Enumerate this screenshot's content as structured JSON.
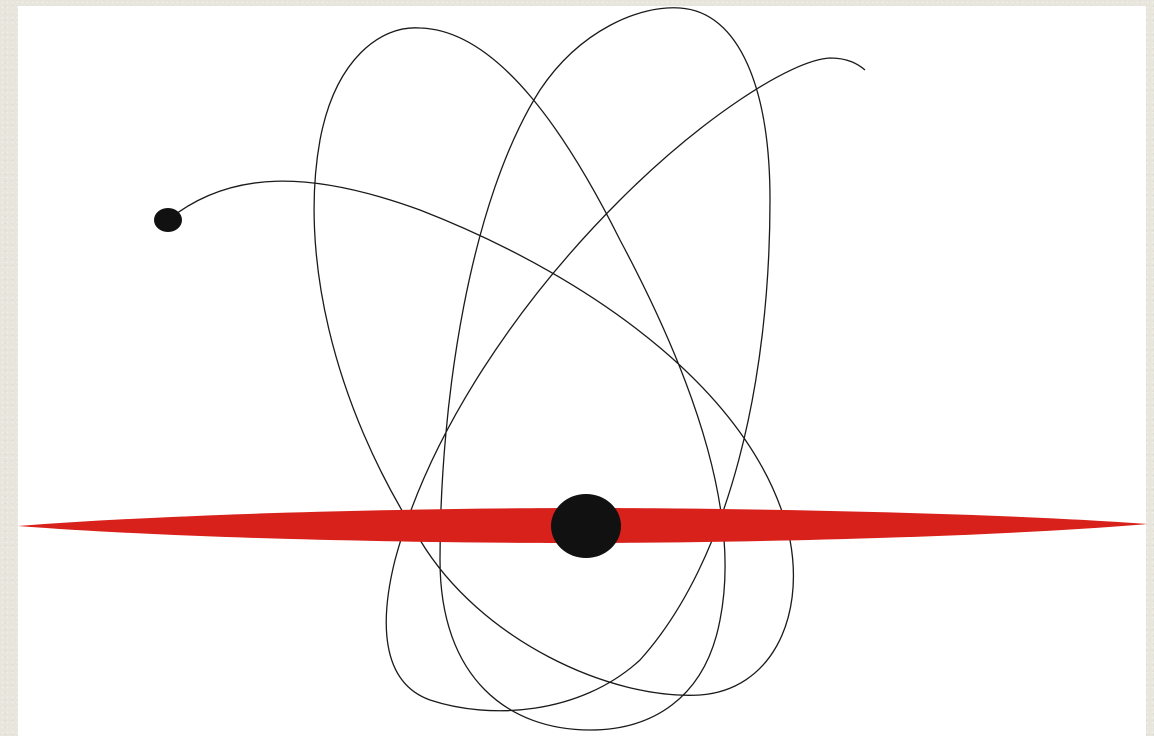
{
  "diagram": {
    "colors": {
      "background": "#e7e5dc",
      "panel": "#ffffff",
      "disk": "#d9211c",
      "central_body": "#111111",
      "orbiting_body": "#111111",
      "trajectory": "#1a1a1a"
    },
    "elements": [
      "galactic-disk",
      "central-bulge",
      "satellite-body",
      "orbit-trajectory"
    ]
  }
}
